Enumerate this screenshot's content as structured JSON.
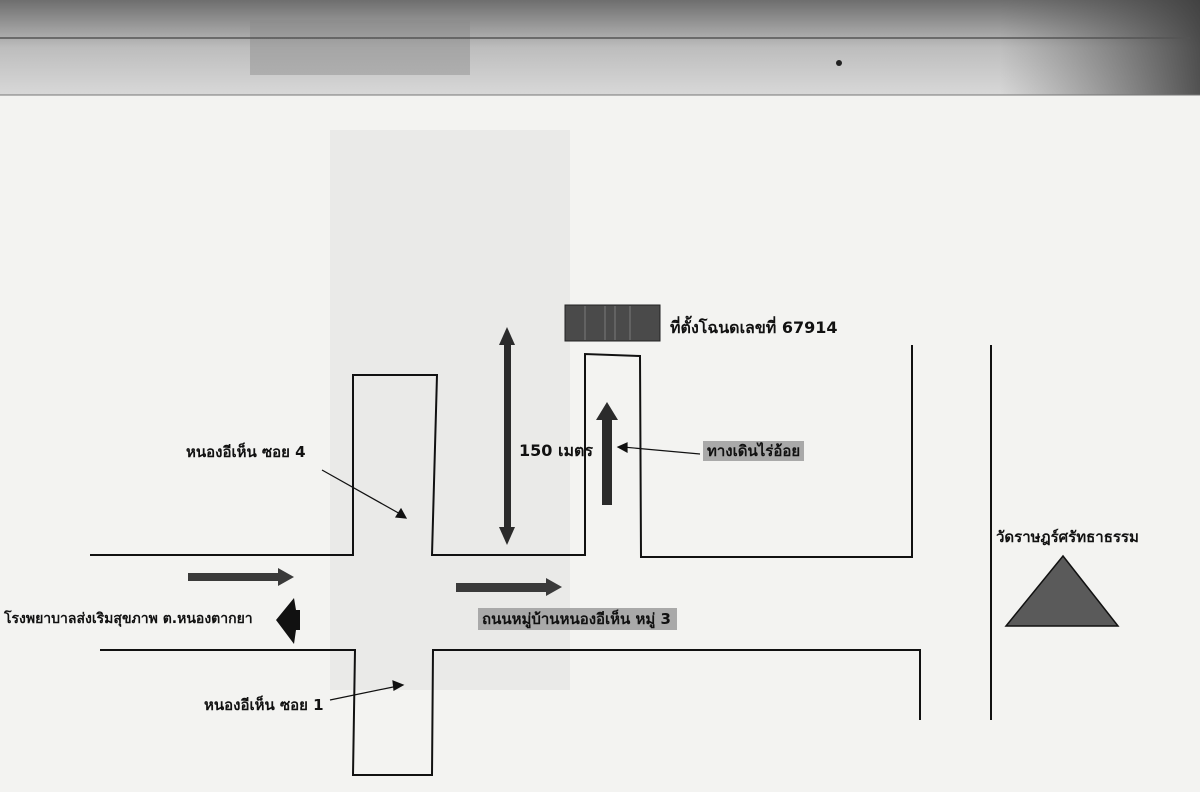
{
  "map": {
    "labels": {
      "soi_4": "หนองอีเห็น ซอย 4",
      "soi_1": "หนองอีเห็น ซอย 1",
      "hospital": "โรงพยาบาลส่งเริมสุขภาพ ต.หนองตากยา",
      "distance": "150 เมตร",
      "deed_location": "ที่ตั้งโฉนดเลขที่ 67914",
      "footpath": "ทางเดินไร่อ้อย",
      "main_road": "ถนนหมู่บ้านหนองอีเห็น หมู่ 3",
      "temple": "วัดราษฎร์ศรัทธาธรรม"
    }
  }
}
